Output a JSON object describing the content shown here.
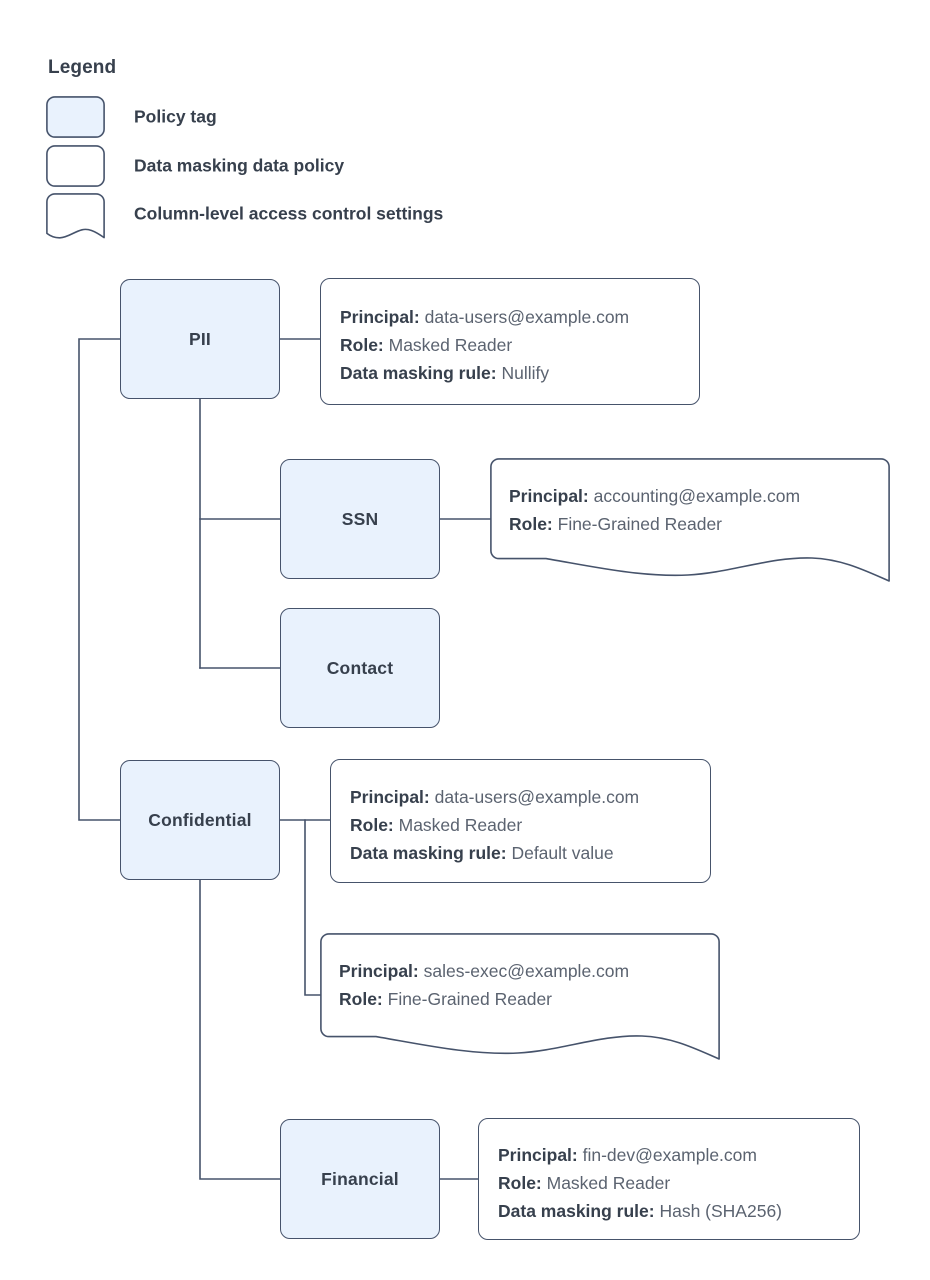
{
  "legend": {
    "title": "Legend",
    "items": [
      {
        "shape": "filled-rounded-rect",
        "label": "Policy tag"
      },
      {
        "shape": "outline-rounded-rect",
        "label": "Data masking data policy"
      },
      {
        "shape": "wavy-bottom-rect",
        "label": "Column-level access control settings"
      }
    ]
  },
  "colors": {
    "tag_fill": "#e9f2fd",
    "stroke": "#46536b",
    "text": "#37404d",
    "value_text": "#5b6370",
    "background": "#ffffff"
  },
  "nodes": {
    "pii": {
      "label": "PII"
    },
    "ssn": {
      "label": "SSN"
    },
    "contact": {
      "label": "Contact"
    },
    "confidential": {
      "label": "Confidential"
    },
    "financial": {
      "label": "Financial"
    }
  },
  "labels": {
    "principal": "Principal:",
    "role": "Role:",
    "masking_rule": "Data masking rule:"
  },
  "details": {
    "pii_policy": {
      "principal": "data-users@example.com",
      "role": "Masked Reader",
      "masking_rule": "Nullify"
    },
    "ssn_access": {
      "principal": "accounting@example.com",
      "role": "Fine-Grained Reader"
    },
    "confidential_policy": {
      "principal": "data-users@example.com",
      "role": "Masked Reader",
      "masking_rule": "Default value"
    },
    "confidential_access": {
      "principal": "sales-exec@example.com",
      "role": "Fine-Grained Reader"
    },
    "financial_policy": {
      "principal": "fin-dev@example.com",
      "role": "Masked Reader",
      "masking_rule": "Hash (SHA256)"
    }
  }
}
